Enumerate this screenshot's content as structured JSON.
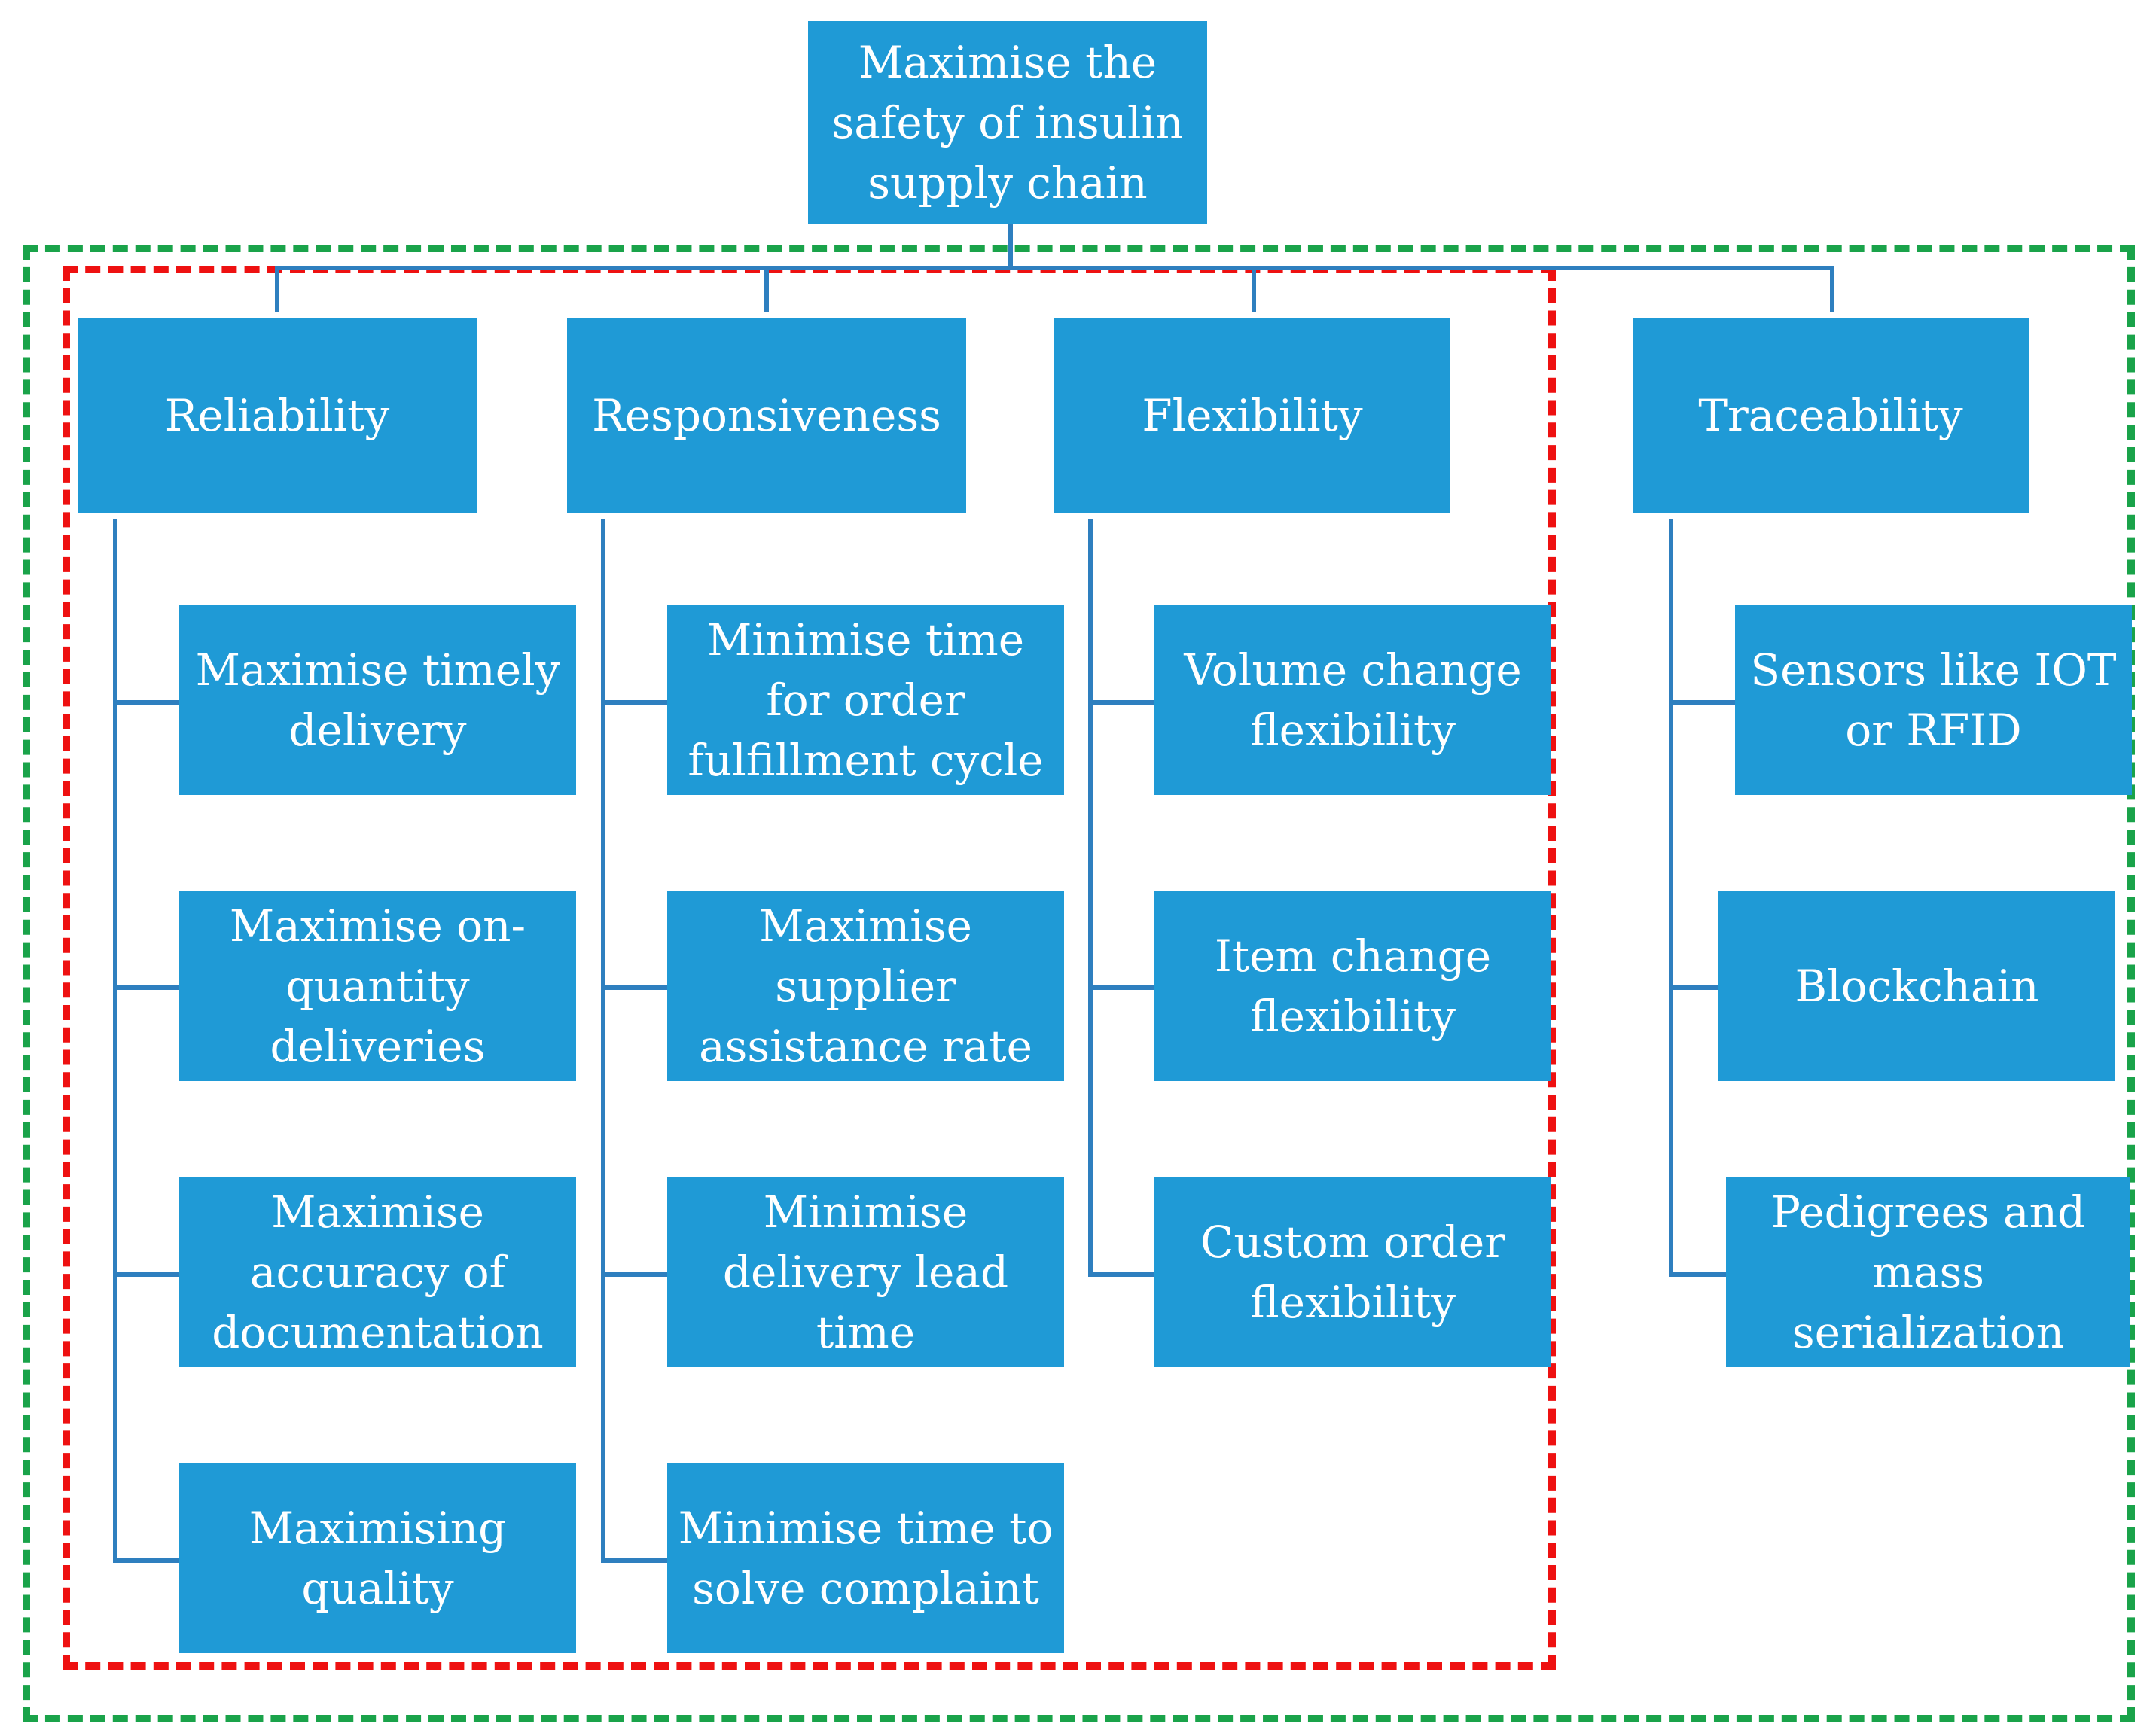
{
  "root": {
    "label": "Maximise the safety of insulin supply chain"
  },
  "categories": [
    {
      "id": "reliability",
      "label": "Reliability",
      "children": [
        "Maximise timely delivery",
        "Maximise on-quantity deliveries",
        "Maximise accuracy of documentation",
        "Maximising quality"
      ]
    },
    {
      "id": "responsiveness",
      "label": "Responsiveness",
      "children": [
        "Minimise time for order fulfillment cycle",
        "Maximise supplier assistance rate",
        "Minimise delivery lead time",
        "Minimise time to solve complaint"
      ]
    },
    {
      "id": "flexibility",
      "label": "Flexibility",
      "children": [
        "Volume change flexibility",
        "Item change flexibility",
        "Custom order flexibility"
      ]
    },
    {
      "id": "traceability",
      "label": "Traceability",
      "children": [
        "Sensors like IOT or RFID",
        "Blockchain",
        "Pedigrees and mass serialization"
      ]
    }
  ],
  "colors": {
    "box": "#1f9ad6",
    "connector": "#2e7fbf",
    "green_frame": "#1aa34a",
    "red_frame": "#ee1111"
  }
}
